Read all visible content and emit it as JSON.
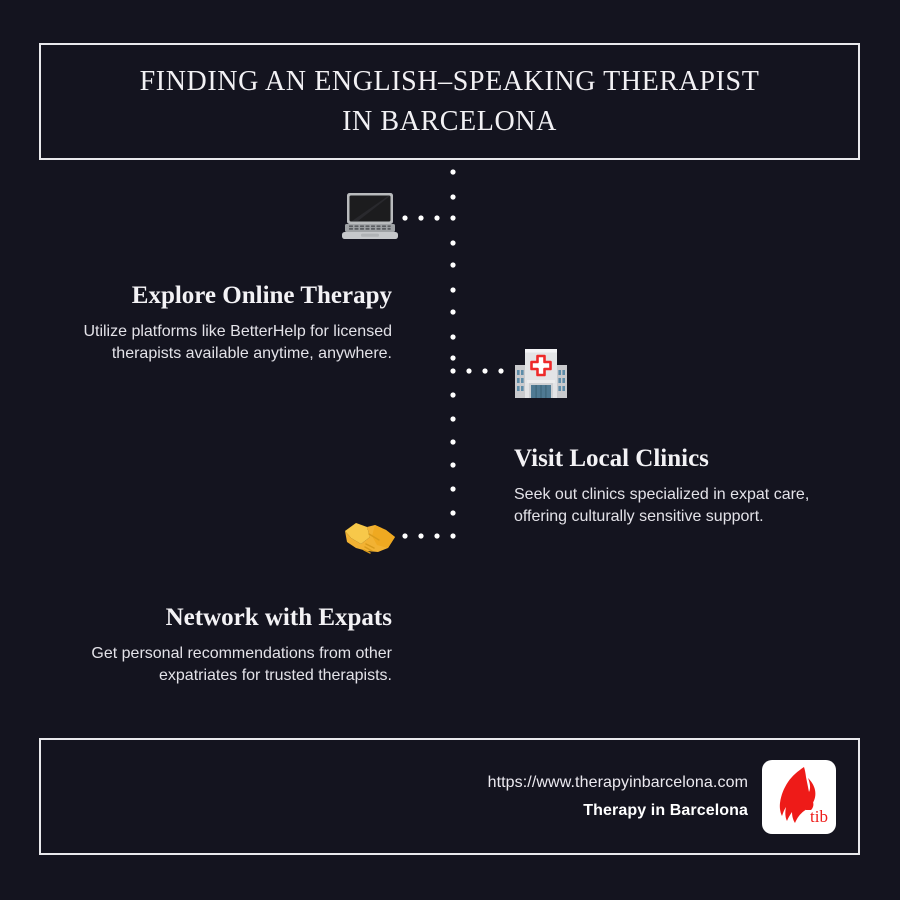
{
  "theme": {
    "background": "#14141f",
    "border": "#e9e9ec",
    "heading_text": "#f3f2f5",
    "body_text": "#e3e2e8",
    "accent_red": "#ee1b18",
    "dot_color": "#ffffff"
  },
  "header": {
    "title": "FINDING AN ENGLISH–SPEAKING THERAPIST IN BARCELONA"
  },
  "steps": [
    {
      "heading": "Explore Online Therapy",
      "body": "Utilize platforms like BetterHelp for licensed therapists available anytime, anywhere.",
      "icon": "laptop-icon",
      "align": "right"
    },
    {
      "heading": "Visit Local Clinics",
      "body": "Seek out clinics specialized in expat care, offering culturally sensitive support.",
      "icon": "hospital-icon",
      "align": "left"
    },
    {
      "heading": "Network with Expats",
      "body": "Get personal recommendations from other expatriates for trusted therapists.",
      "icon": "handshake-icon",
      "align": "right"
    }
  ],
  "footer": {
    "url": "https://www.therapyinbarcelona.com",
    "brand": "Therapy in Barcelona",
    "logo_text": "tib",
    "logo_name": "therapy-in-barcelona-logo"
  }
}
